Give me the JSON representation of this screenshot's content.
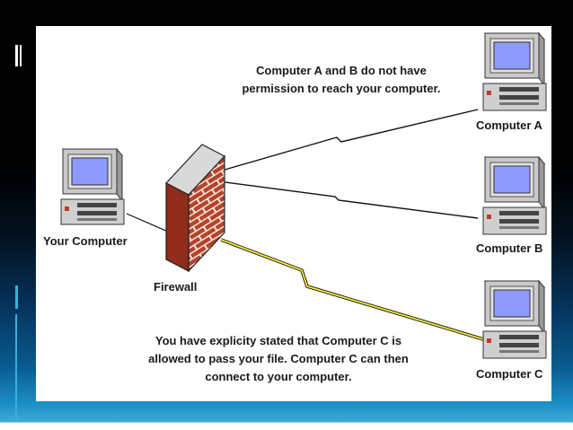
{
  "diagram": {
    "message_top": [
      "Computer A and B do not have",
      "permission to reach your computer."
    ],
    "message_bottom": [
      "You have explicity stated that Computer C is",
      "allowed to pass your file.  Computer C can then",
      "connect to your computer."
    ],
    "labels": {
      "your_computer": "Your Computer",
      "firewall": "Firewall",
      "computer_a": "Computer A",
      "computer_b": "Computer B",
      "computer_c": "Computer C"
    },
    "icons": [
      "computer-icon",
      "firewall-brick-wall-icon"
    ],
    "colors": {
      "brick": "#b5432c",
      "mortar": "#f2e7d9",
      "allowed_link": "#f5ef3a",
      "screen": "#8f9aff",
      "computer_body": "#c9c9c9",
      "slide_accent": "#1a8fc6"
    }
  }
}
